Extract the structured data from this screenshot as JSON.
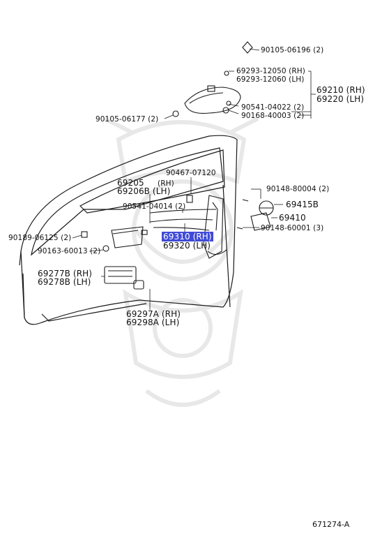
{
  "labels": {
    "p1": "90105-06196 (2)",
    "p2": "69293-12050 (RH)",
    "p3": "69293-12060 (LH)",
    "p4": "69210 (RH)",
    "p5": "69220 (LH)",
    "p6": "90541-04022 (2)",
    "p7": "90168-40003 (2)",
    "p8": "90105-06177 (2)",
    "p9": "90467-07120",
    "p10": "69205",
    "p10b": "(RH)",
    "p11": "69206B (LH)",
    "p12": "90148-80004 (2)",
    "p13": "69415B",
    "p14": "90541-04014 (2)",
    "p15": "69410",
    "p16": "90148-60001 (3)",
    "p17": "90189-06125 (2)",
    "p18": "69310 (RH)",
    "p19": "69320 (LH)",
    "p20": "90163-60013 (2)",
    "p21": "69277B (RH)",
    "p22": "69278B (LH)",
    "p23": "69297A (RH)",
    "p24": "69298A (LH)"
  },
  "footer": "671274-A",
  "colors": {
    "line": "#1a1a1a",
    "highlight": "#3f4bd6",
    "watermark": "#e6e6e6"
  }
}
